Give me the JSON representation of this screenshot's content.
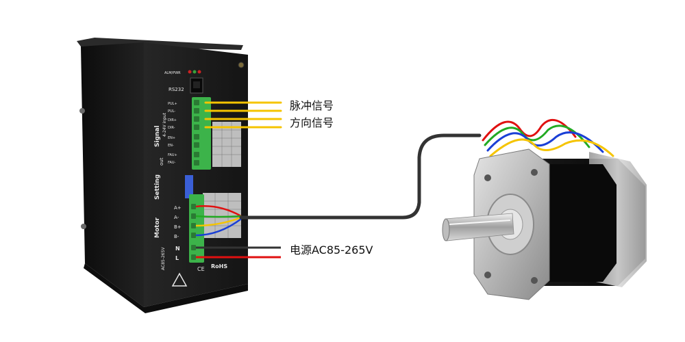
{
  "labels": {
    "pulse_signal": "脉冲信号",
    "direction_signal": "方向信号",
    "power_input": "电源AC85-265V"
  },
  "driver": {
    "alm_pwr": "ALM/PWR",
    "rs232": "RS232",
    "section_signal": "Signal",
    "section_signal_sub": "4-24V input",
    "section_out": "out",
    "section_setting": "Setting",
    "section_motor": "Motor",
    "section_power": "AC85-265V",
    "pins_signal": [
      "PUL+",
      "PUL-",
      "DIR+",
      "DIR-",
      "EN+",
      "EN-",
      "FAU+",
      "FAU-"
    ],
    "pins_motor": [
      "A+",
      "A-",
      "B+",
      "B-",
      "N",
      "L"
    ],
    "rohs": "RoHS",
    "ce": "CE"
  },
  "colors": {
    "signal_wire": "#f5c400",
    "motor_cable": "#333333",
    "wire_red": "#e01010",
    "wire_green": "#22aa22",
    "wire_blue": "#1a3fd6",
    "wire_black": "#111111",
    "terminal_green": "#3cb34a",
    "driver_body": "#1c1c1c"
  }
}
